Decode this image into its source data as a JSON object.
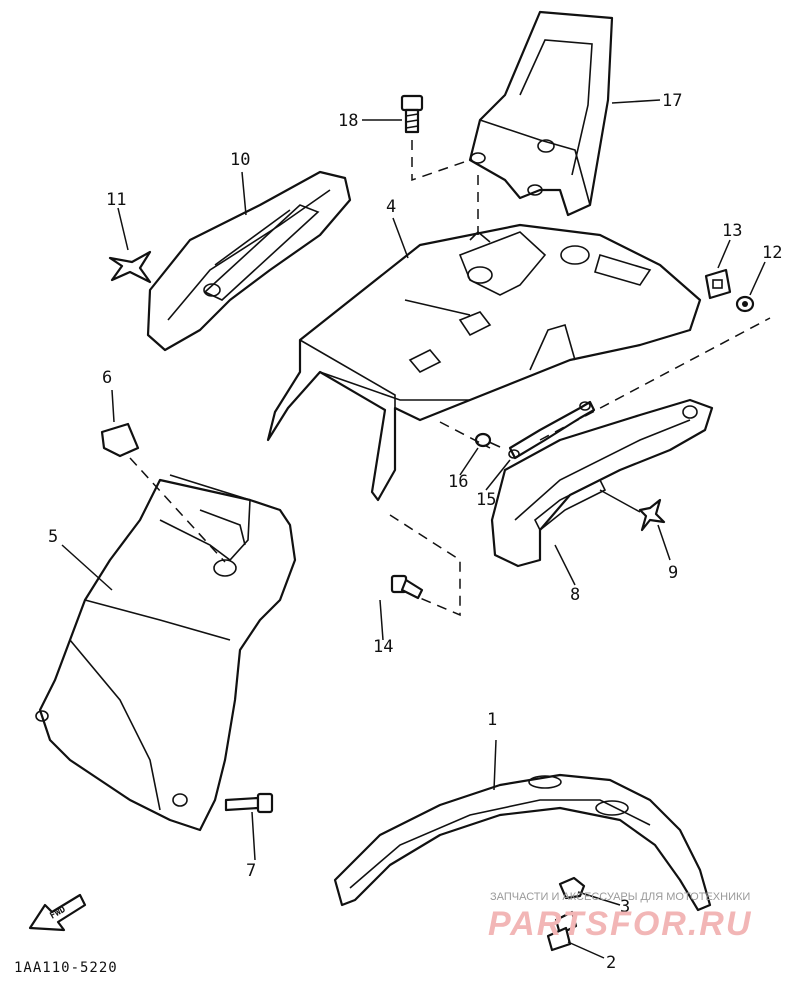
{
  "diagram": {
    "parts": [
      {
        "id": "1",
        "label": "1"
      },
      {
        "id": "2",
        "label": "2"
      },
      {
        "id": "3",
        "label": "3"
      },
      {
        "id": "4",
        "label": "4"
      },
      {
        "id": "5",
        "label": "5"
      },
      {
        "id": "6",
        "label": "6"
      },
      {
        "id": "7",
        "label": "7"
      },
      {
        "id": "8",
        "label": "8"
      },
      {
        "id": "9",
        "label": "9"
      },
      {
        "id": "10",
        "label": "10"
      },
      {
        "id": "11",
        "label": "11"
      },
      {
        "id": "12",
        "label": "12"
      },
      {
        "id": "13",
        "label": "13"
      },
      {
        "id": "14",
        "label": "14"
      },
      {
        "id": "15",
        "label": "15"
      },
      {
        "id": "16",
        "label": "16"
      },
      {
        "id": "17",
        "label": "17"
      },
      {
        "id": "18",
        "label": "18"
      }
    ],
    "fwd_label": "FWD",
    "diagram_code": "1AA110-5220"
  },
  "watermark": {
    "caption": "ЗАПЧАСТИ И АКСЕССУАРЫ ДЛЯ МОТОТЕХНИКИ",
    "brand": "PARTSFOR.RU"
  }
}
